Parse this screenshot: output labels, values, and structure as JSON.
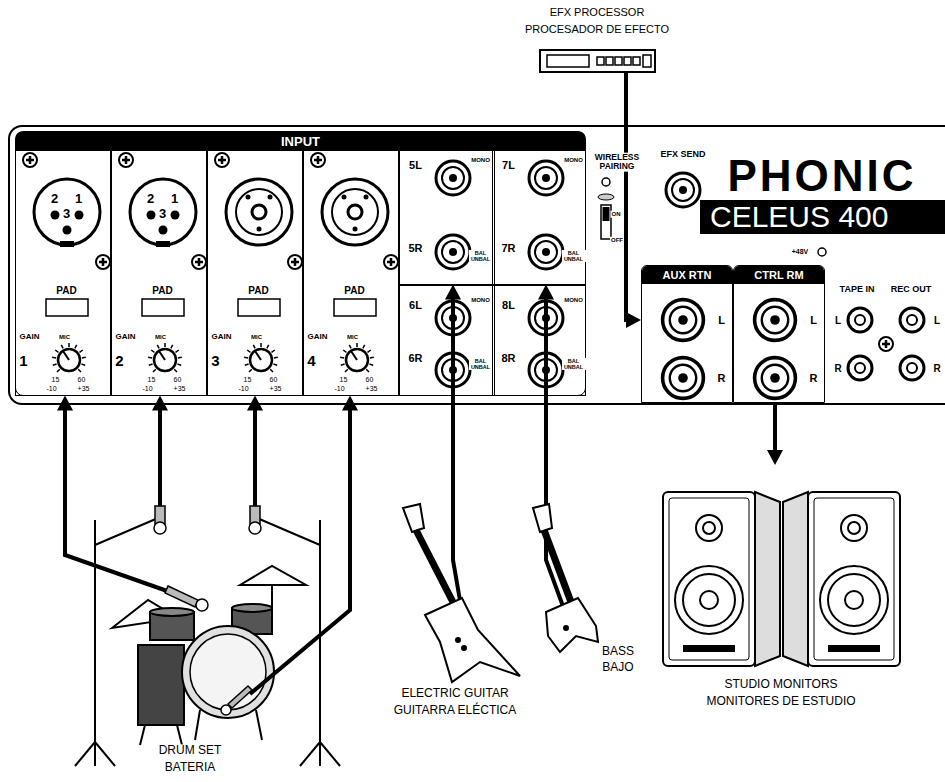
{
  "diagram": {
    "nodes": [
      {
        "text": [
          "EFX PROCESSOR",
          "PROCESADOR DE EFECTO"
        ]
      },
      {
        "text": [
          "PHONIC",
          "CELEUS 400"
        ]
      },
      {
        "text": [
          "INPUT"
        ],
        "in": 1
      },
      {
        "text": [
          "2",
          "1",
          "3",
          "PAD",
          "GAIN",
          "MIC",
          "1",
          "15",
          "60",
          "-10",
          "+35"
        ],
        "in": 2
      },
      {
        "text": [
          "2",
          "1",
          "3",
          "PAD",
          "GAIN",
          "MIC",
          "2",
          "15",
          "60",
          "-10",
          "+35"
        ],
        "in": 2
      },
      {
        "text": [
          "PAD",
          "GAIN",
          "MIC",
          "3",
          "15",
          "60",
          "-10",
          "+35"
        ],
        "in": 2
      },
      {
        "text": [
          "PAD",
          "GAIN",
          "MIC",
          "4",
          "15",
          "60",
          "-10",
          "+35"
        ],
        "in": 2
      },
      {
        "text": [
          "5L",
          "MONO",
          "5R",
          "BAL UNBAL"
        ],
        "in": 2
      },
      {
        "text": [
          "6L",
          "MONO",
          "6R",
          "BAL UNBAL"
        ],
        "in": 2
      },
      {
        "text": [
          "7L",
          "MONO",
          "7R",
          "BAL UNBAL"
        ],
        "in": 2
      },
      {
        "text": [
          "8L",
          "MONO",
          "8R",
          "BAL UNBAL"
        ],
        "in": 2
      },
      {
        "text": [
          "AUX RTN",
          "L",
          "R"
        ],
        "in": 1
      },
      {
        "text": [
          "CTRL RM",
          "L",
          "R"
        ],
        "in": 1
      },
      {
        "text": [
          "DRUM SET",
          "BATERIA"
        ]
      },
      {
        "text": [
          "ELECTRIC GUITAR",
          "GUITARRA ELÉCTICA"
        ]
      },
      {
        "text": [
          "BASS",
          "BAJO"
        ]
      },
      {
        "text": [
          "STUDIO MONITORS",
          "MONITORES DE ESTUDIO"
        ]
      }
    ],
    "edges": [
      {
        "from": 0,
        "to": 11,
        "arrow": "to"
      },
      {
        "from": 13,
        "to": 3,
        "arrow": "to"
      },
      {
        "from": 13,
        "to": 4,
        "arrow": "to"
      },
      {
        "from": 13,
        "to": 5,
        "arrow": "to"
      },
      {
        "from": 13,
        "to": 6,
        "arrow": "to"
      },
      {
        "from": 14,
        "to": 7,
        "arrow": "to"
      },
      {
        "from": 15,
        "to": 9,
        "arrow": "to"
      },
      {
        "from": 12,
        "to": 16,
        "arrow": "to"
      }
    ],
    "labels": [
      "WIRELESS PAIRING",
      "ON",
      "OFF",
      "EFX SEND",
      "+48V",
      "TAPE IN",
      "REC OUT",
      "L",
      "R",
      "L",
      "R"
    ]
  }
}
